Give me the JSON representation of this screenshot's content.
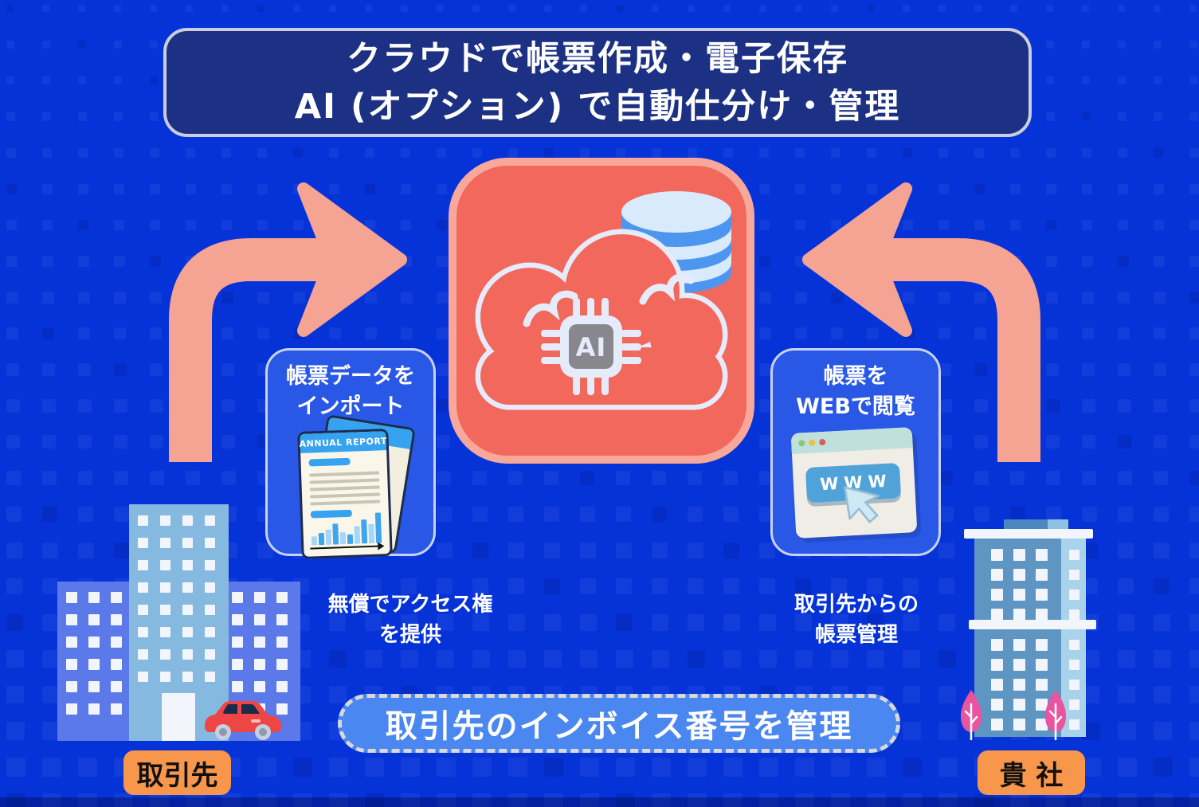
{
  "colors": {
    "bg": "#0633d8",
    "banner-bg": "#1c3184",
    "banner-border": "#c9cede",
    "arrow": "#f5a392",
    "tile-bg": "#f2685c",
    "tile-border": "#f8a89b",
    "cloud": "#e6ebfa",
    "chip-gray": "#87878d",
    "db-light": "#d8eafb",
    "db-blue": "#4d96f0",
    "card-bg": "#2a58e6",
    "card-border": "#c7d3f1",
    "pill-bg": "#4b87f0",
    "pill-border": "#d9d9d9",
    "label-bg": "#f8964b",
    "doc-blue": "#35a3f0",
    "doc-paper": "#faf6ea",
    "doc-line": "#c9c5b4",
    "bar-light": "#a5d6f7",
    "bar-mid": "#3fa5ee",
    "win-header": "#bfe0db",
    "win-body": "#efede6",
    "www-blue": "#4fa3d8",
    "bldg-back": "#5b79e9",
    "bldg-front": "#85b9df",
    "bldg-right": "#5e95c2",
    "bldg-right-strip": "#a9d3ea",
    "tree-pink": "#e8549e",
    "car-red": "#ee4545"
  },
  "banner": {
    "line1": "クラウドで帳票作成・電子保存",
    "line2": "AI (オプション) で自動仕分け・管理"
  },
  "center": {
    "chip_label": "AI"
  },
  "left_card": {
    "title_line1": "帳票データを",
    "title_line2": "インポート",
    "document_title": "ANNUAL REPORT"
  },
  "right_card": {
    "title_line1": "帳票を",
    "title_line2": "WEBで閲覧",
    "button_label": "WWW"
  },
  "left_caption": {
    "line1": "無償でアクセス権",
    "line2": "を提供"
  },
  "right_caption": {
    "line1": "取引先からの",
    "line2": "帳票管理"
  },
  "bottom_banner": {
    "text": "取引先のインボイス番号を管理"
  },
  "partner_label": {
    "text": "取引先"
  },
  "company_label": {
    "text": "貴 社"
  }
}
